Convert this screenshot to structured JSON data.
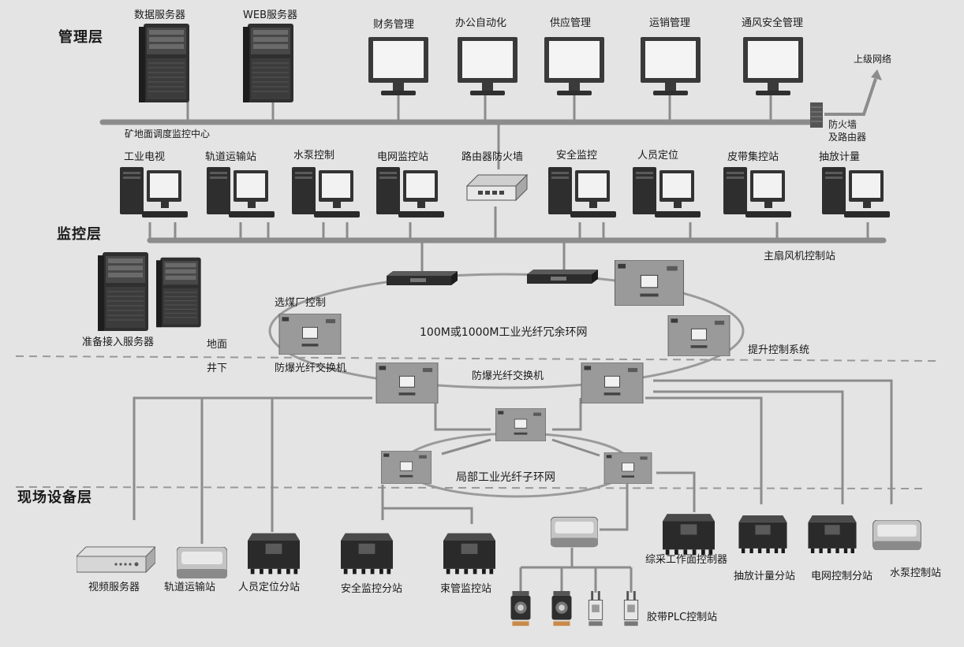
{
  "layers": {
    "management": "管理层",
    "monitoring": "监控层",
    "field": "现场设备层",
    "surface": "地面",
    "underground": "井下"
  },
  "management": {
    "data_server": "数据服务器",
    "web_server": "WEB服务器",
    "finance": "财务管理",
    "office_automation": "办公自动化",
    "supply": "供应管理",
    "transport_sales": "运销管理",
    "ventilation_safety": "通风安全管理",
    "upper_network": "上级网络",
    "firewall_router_line1": "防火墙",
    "firewall_router_line2": "及路由器",
    "backbone": "矿地面调度监控中心"
  },
  "monitoring": {
    "industrial_tv": "工业电视",
    "rail_transport_station": "轨道运输站",
    "water_pump_control": "水泵控制",
    "grid_monitoring_station": "电网监控站",
    "router_firewall": "路由器防火墙",
    "safety_monitoring": "安全监控",
    "personnel_positioning": "人员定位",
    "belt_control_station": "皮带集控站",
    "drainage_metering": "抽放计量",
    "main_fan_control": "主扇风机控制站",
    "standby_access_servers": "准备接入服务器",
    "coal_prep_control": "选煤厂控制",
    "hoist_control": "提升控制系统",
    "fiber_ring": "100M或1000M工业光纤冗余环网",
    "explosion_proof_switch_left": "防爆光纤交换机",
    "explosion_proof_switch_center": "防爆光纤交换机"
  },
  "field": {
    "local_ring": "局部工业光纤子环网",
    "video_server": "视频服务器",
    "rail_station": "轨道运输站",
    "personnel_substation": "人员定位分站",
    "safety_substation": "安全监控分站",
    "bundle_tube_station": "束管监控站",
    "belt_plc_station": "胶带PLC控制站",
    "fully_mech_face_controller": "综采工作面控制器",
    "drainage_substation": "抽放计量分站",
    "grid_control_substation": "电网控制分站",
    "water_pump_station": "水泵控制站"
  },
  "colors": {
    "background": "#e4e4e4",
    "bus_line": "#8c8c8c",
    "device_dark": "#303030",
    "device_gray": "#9a9a9a",
    "monitor_screen": "#f4f4f4"
  }
}
